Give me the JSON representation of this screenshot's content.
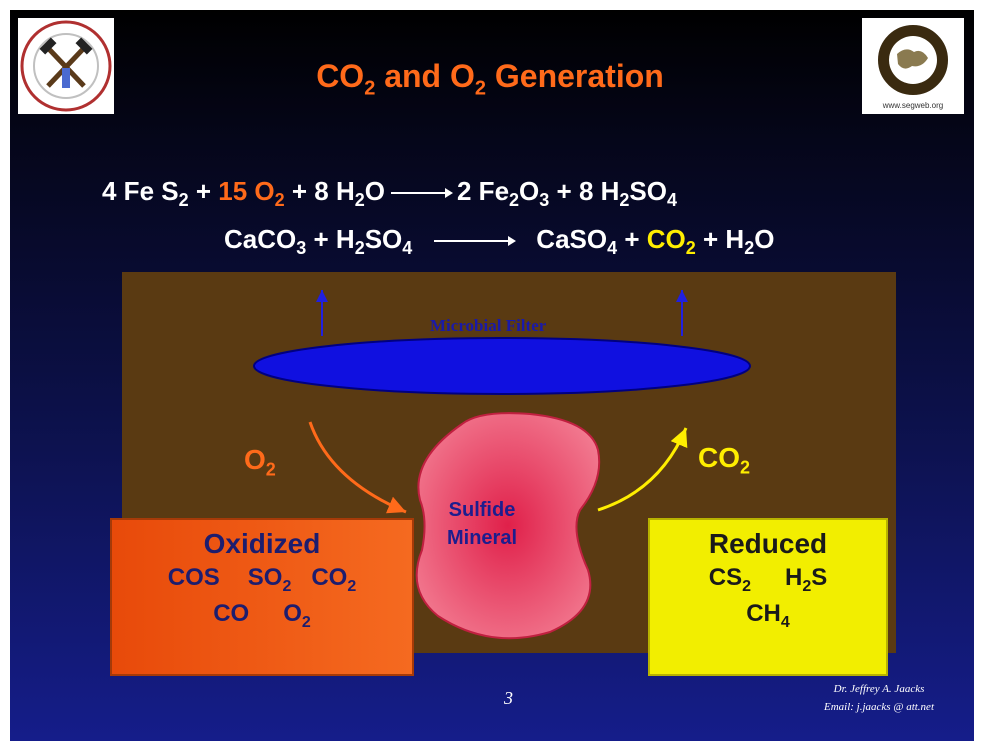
{
  "title": {
    "part1": "CO",
    "sub1": "2",
    "part2": " and O",
    "sub2": "2",
    "part3": "  Generation"
  },
  "equation1": {
    "a": "4 Fe S",
    "a_sub": "2",
    "plus1": " + ",
    "coef": "15 O",
    "coef_sub": "2",
    "plus2": " + ",
    "water": "8 H",
    "water_sub1": "2",
    "water_o": "O",
    "p1": "2 Fe",
    "p1_sub1": "2",
    "p1_o": "O",
    "p1_sub2": "3",
    "plus3": " + ",
    "p2": "8 H",
    "p2_sub1": "2",
    "p2_so": "SO",
    "p2_sub2": "4"
  },
  "equation2": {
    "a": "CaCO",
    "a_sub": "3",
    "plus1": " + ",
    "b": "H",
    "b_sub1": "2",
    "b_so": "SO",
    "b_sub2": "4",
    "c": "CaSO",
    "c_sub": "4",
    "plus2": " + ",
    "co2": "CO",
    "co2_sub": "2",
    "plus3": " + ",
    "h2o": "H",
    "h2o_sub": "2",
    "h2o_o": "O"
  },
  "diagram": {
    "filter_label": "Microbial Filter",
    "mineral_line1": "Sulfide",
    "mineral_line2": "Mineral",
    "o2_label": "O",
    "o2_sub": "2",
    "co2_label": "CO",
    "co2_sub": "2"
  },
  "oxidized": {
    "heading": "Oxidized",
    "line1": {
      "a": "COS",
      "b": "SO",
      "b_sub": "2",
      "c": "CO",
      "c_sub": "2"
    },
    "line2": {
      "a": "CO",
      "b": "O",
      "b_sub": "2"
    }
  },
  "reduced": {
    "heading": "Reduced",
    "line1": {
      "a": "CS",
      "a_sub": "2",
      "b": "H",
      "b_sub": "2",
      "b_s": "S"
    },
    "line2": {
      "a": "CH",
      "a_sub": "4"
    }
  },
  "footer": {
    "page": "3",
    "author": "Dr. Jeffrey A. Jaacks",
    "email": "Email: j.jaacks @ att.net"
  },
  "logos": {
    "left_icon": "association-of-applied-geochemists-seal",
    "right_icon": "society-of-economic-geologists-seal",
    "right_url": "www.segweb.org"
  },
  "colors": {
    "accent_orange": "#ff6a1a",
    "accent_yellow": "#ffee00",
    "filter_blue": "#1010e0",
    "mineral_pink": "#f0607a"
  }
}
